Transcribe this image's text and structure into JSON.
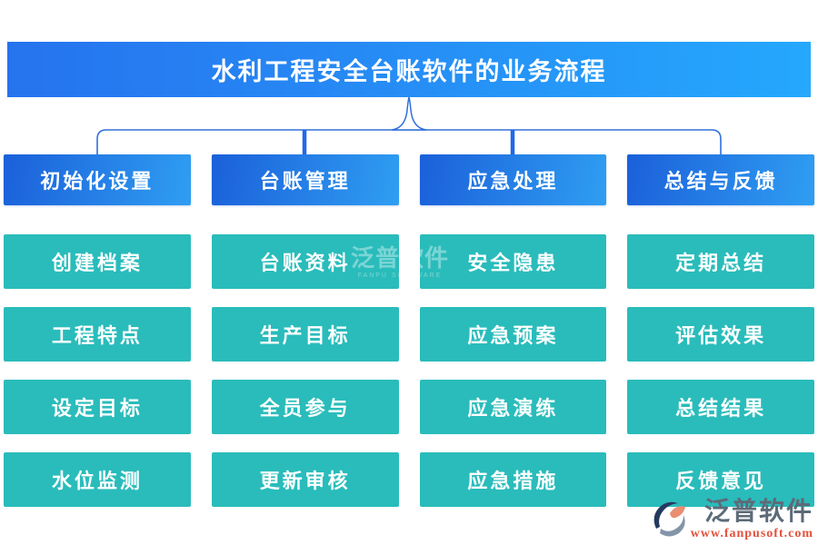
{
  "title_banner": {
    "text": "水利工程安全台账软件的业务流程"
  },
  "columns": [
    {
      "header": "初始化设置",
      "items": [
        "创建档案",
        "工程特点",
        "设定目标",
        "水位监测"
      ]
    },
    {
      "header": "台账管理",
      "items": [
        "台账资料",
        "生产目标",
        "全员参与",
        "更新审核"
      ]
    },
    {
      "header": "应急处理",
      "items": [
        "安全隐患",
        "应急预案",
        "应急演练",
        "应急措施"
      ]
    },
    {
      "header": "总结与反馈",
      "items": [
        "定期总结",
        "评估效果",
        "总结结果",
        "反馈意见"
      ]
    }
  ],
  "watermark": {
    "text": "泛普软件",
    "subtext": "FANPU SOFTWARE"
  },
  "logo": {
    "name": "泛普软件",
    "url": "www.fanpusoft.com"
  },
  "colors": {
    "banner_gradient_left": "#2673ee",
    "banner_gradient_right": "#25a8fd",
    "header_gradient_left": "#1b60da",
    "header_gradient_right": "#2f9ef2",
    "node_teal": "#29bcbb",
    "connector_blue": "#3070dc",
    "connector_drop_blue": "#2168e8",
    "logo_name_color": "#5d6b78",
    "logo_url_color": "#e5503c"
  }
}
